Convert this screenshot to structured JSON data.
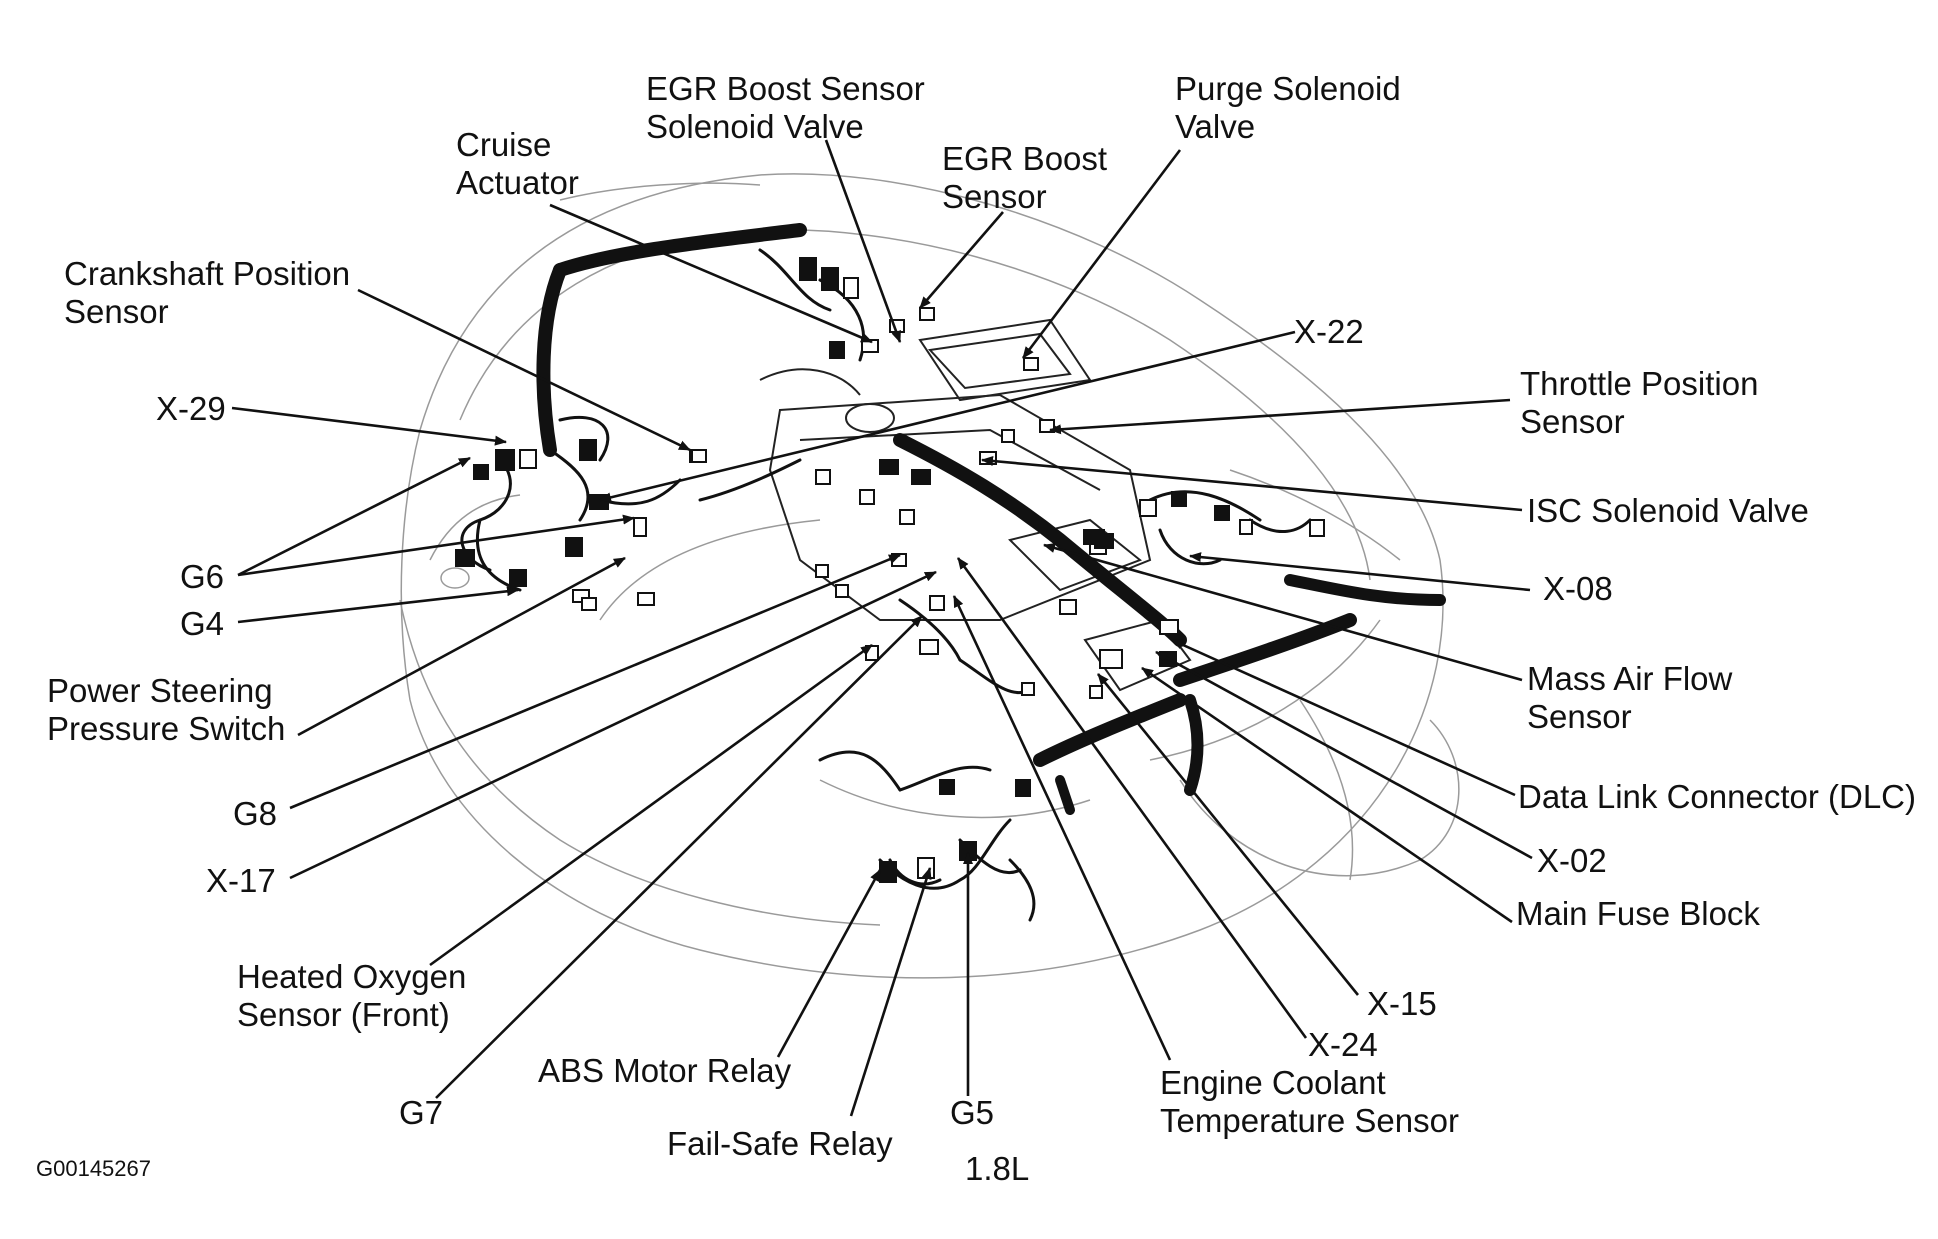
{
  "figure_id": "G00145267",
  "engine": "1.8L",
  "callouts": [
    {
      "id": "egr-boost-sensor-solenoid-valve",
      "line1": "EGR Boost Sensor",
      "line2": "Solenoid Valve"
    },
    {
      "id": "purge-solenoid-valve",
      "line1": "Purge Solenoid",
      "line2": "Valve"
    },
    {
      "id": "cruise-actuator",
      "line1": "Cruise",
      "line2": "Actuator"
    },
    {
      "id": "egr-boost-sensor",
      "line1": "EGR Boost",
      "line2": "Sensor"
    },
    {
      "id": "crankshaft-position-sensor",
      "line1": "Crankshaft Position",
      "line2": "Sensor"
    },
    {
      "id": "x-22",
      "line1": "X-22",
      "line2": ""
    },
    {
      "id": "x-29",
      "line1": "X-29",
      "line2": ""
    },
    {
      "id": "throttle-position-sensor",
      "line1": "Throttle Position",
      "line2": "Sensor"
    },
    {
      "id": "isc-solenoid-valve",
      "line1": "ISC Solenoid Valve",
      "line2": ""
    },
    {
      "id": "g6",
      "line1": "G6",
      "line2": ""
    },
    {
      "id": "x-08",
      "line1": "X-08",
      "line2": ""
    },
    {
      "id": "g4",
      "line1": "G4",
      "line2": ""
    },
    {
      "id": "mass-air-flow-sensor",
      "line1": "Mass Air Flow",
      "line2": "Sensor"
    },
    {
      "id": "power-steering-pressure-switch",
      "line1": "Power Steering",
      "line2": "Pressure Switch"
    },
    {
      "id": "data-link-connector",
      "line1": "Data Link Connector (DLC)",
      "line2": ""
    },
    {
      "id": "g8",
      "line1": "G8",
      "line2": ""
    },
    {
      "id": "x-02",
      "line1": "X-02",
      "line2": ""
    },
    {
      "id": "x-17",
      "line1": "X-17",
      "line2": ""
    },
    {
      "id": "main-fuse-block",
      "line1": "Main Fuse Block",
      "line2": ""
    },
    {
      "id": "heated-oxygen-sensor-front",
      "line1": "Heated Oxygen",
      "line2": "Sensor (Front)"
    },
    {
      "id": "x-15",
      "line1": "X-15",
      "line2": ""
    },
    {
      "id": "x-24",
      "line1": "X-24",
      "line2": ""
    },
    {
      "id": "abs-motor-relay",
      "line1": "ABS Motor Relay",
      "line2": ""
    },
    {
      "id": "engine-coolant-temperature-sensor",
      "line1": "Engine Coolant",
      "line2": "Temperature Sensor"
    },
    {
      "id": "g7",
      "line1": "G7",
      "line2": ""
    },
    {
      "id": "g5",
      "line1": "G5",
      "line2": ""
    },
    {
      "id": "fail-safe-relay",
      "line1": "Fail-Safe Relay",
      "line2": ""
    }
  ]
}
